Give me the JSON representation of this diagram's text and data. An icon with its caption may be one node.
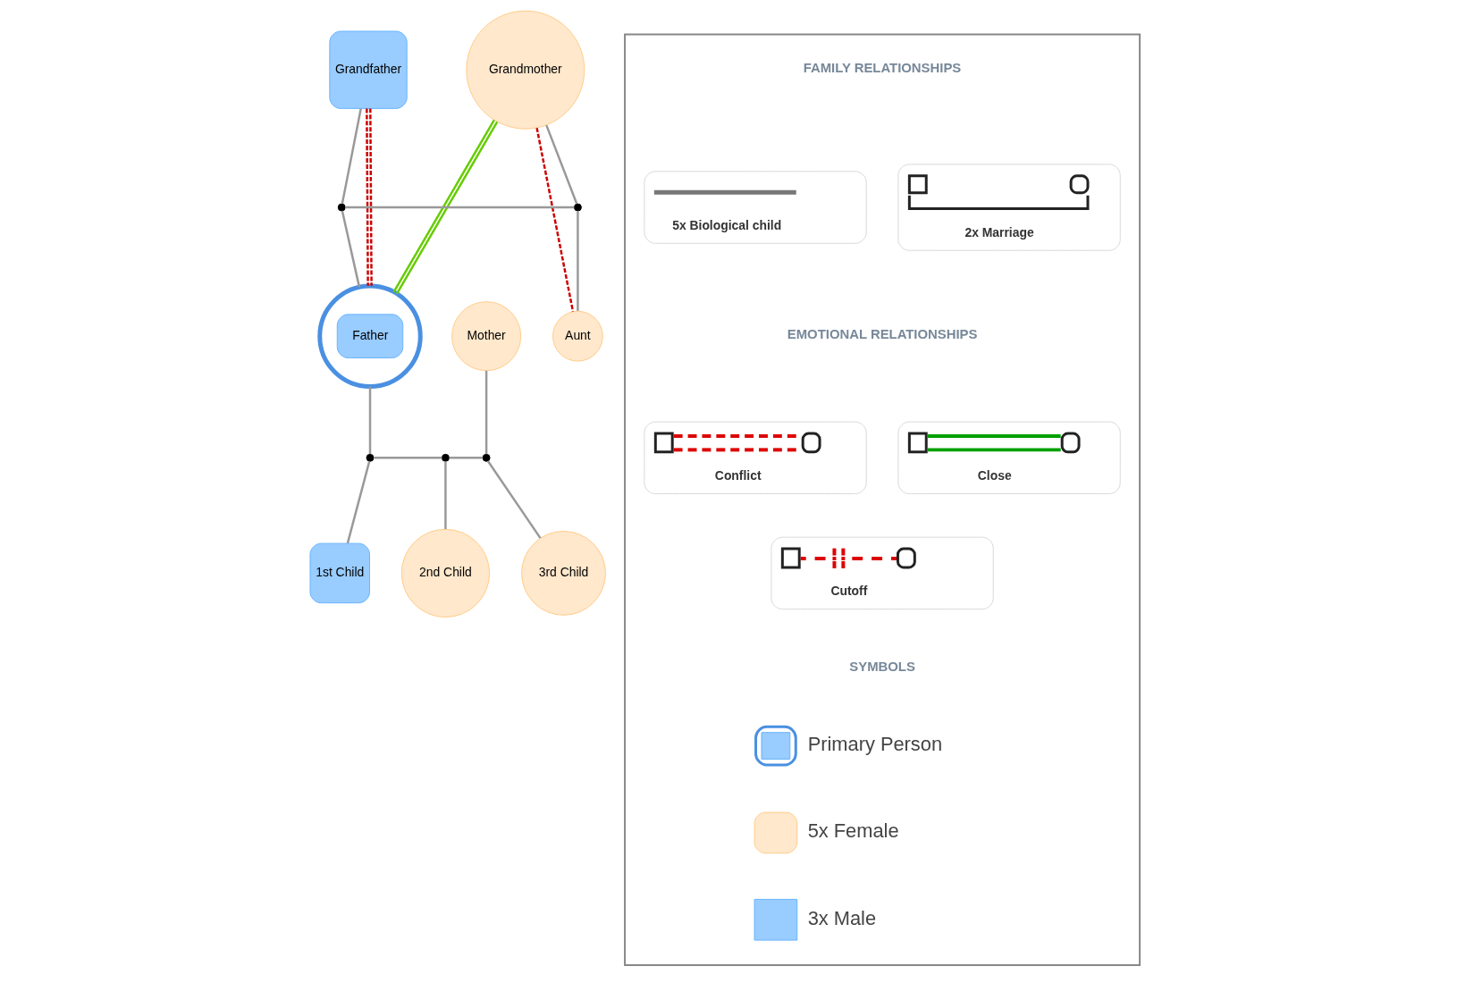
{
  "diagram": {
    "nodes": [
      {
        "text": [
          "Grandfather"
        ]
      },
      {
        "text": [
          "Grandmother"
        ]
      },
      {
        "text": [],
        "shape": "circle"
      },
      {
        "text": [],
        "shape": "circle"
      },
      {
        "text": [
          "Father"
        ]
      },
      {
        "text": [
          "Mother"
        ]
      },
      {
        "text": [
          "Aunt"
        ]
      },
      {
        "text": [],
        "shape": "circle"
      },
      {
        "text": [],
        "shape": "circle"
      },
      {
        "text": [],
        "shape": "circle"
      },
      {
        "text": [
          "1st Child"
        ]
      },
      {
        "text": [
          "2nd Child"
        ]
      },
      {
        "text": [
          "3rd Child"
        ]
      },
      {
        "text": [],
        "shape": "box"
      }
    ],
    "edges": [
      {
        "from": 0,
        "to": 2,
        "arrow": "none"
      },
      {
        "from": 2,
        "to": 3,
        "arrow": "none"
      },
      {
        "from": 1,
        "to": 3,
        "arrow": "none"
      },
      {
        "from": 2,
        "to": 4,
        "arrow": "none"
      },
      {
        "from": 3,
        "to": 6,
        "arrow": "none"
      },
      {
        "from": 4,
        "to": 7,
        "arrow": "none"
      },
      {
        "from": 7,
        "to": 8,
        "arrow": "none"
      },
      {
        "from": 8,
        "to": 9,
        "arrow": "none"
      },
      {
        "from": 5,
        "to": 9,
        "arrow": "none"
      },
      {
        "from": 7,
        "to": 10,
        "arrow": "none"
      },
      {
        "from": 8,
        "to": 11,
        "arrow": "none"
      },
      {
        "from": 9,
        "to": 12,
        "arrow": "none"
      },
      {
        "from": 0,
        "to": 4,
        "arrow": "none",
        "style": "dashed",
        "color": "#cc0000"
      },
      {
        "from": 1,
        "to": 4,
        "arrow": "none",
        "color": "#66cc00"
      },
      {
        "from": 1,
        "to": 6,
        "arrow": "none",
        "style": "dashed",
        "color": "#cc0000"
      }
    ],
    "labels": [
      "FAMILY RELATIONSHIPS",
      "EMOTIONAL RELATIONSHIPS",
      "SYMBOLS"
    ],
    "legend": [
      {
        "text": "5x Biological child"
      },
      {
        "text": "2x Marriage"
      },
      {
        "text": "Conflict"
      },
      {
        "text": "Close"
      },
      {
        "text": "Cutoff"
      },
      {
        "text": "Primary Person"
      },
      {
        "text": "5x Female",
        "color": "#ffe8cc"
      },
      {
        "text": "3x Male",
        "color": "#99ccff"
      }
    ]
  }
}
